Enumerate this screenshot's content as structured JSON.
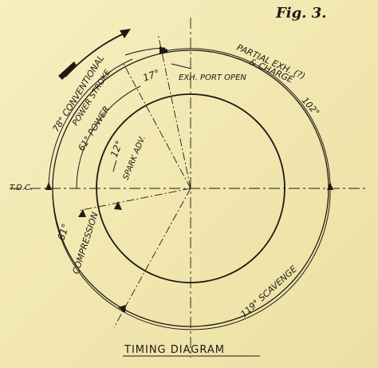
{
  "figure_label": "Fig. 3.",
  "title": "TIMING DIAGRAM",
  "labels": {
    "tdc": "T.D.C.",
    "exh_port_open": "EXH. PORT OPEN",
    "partial_exh_line1": "PARTIAL EXH. (?)",
    "partial_exh_line2": "& CHARGE",
    "partial_exh_angle": "102°",
    "angle_17": "17°",
    "conventional_line1": "78° CONVENTIONAL",
    "conventional_line2": "POWER STROKE",
    "power": "61° POWER",
    "spark": "12°",
    "spark_adv": "SPARK ADV.",
    "compression_angle": "61°",
    "compression": "COMPRESSION",
    "scavenge": "119° SCAVENGE"
  }
}
